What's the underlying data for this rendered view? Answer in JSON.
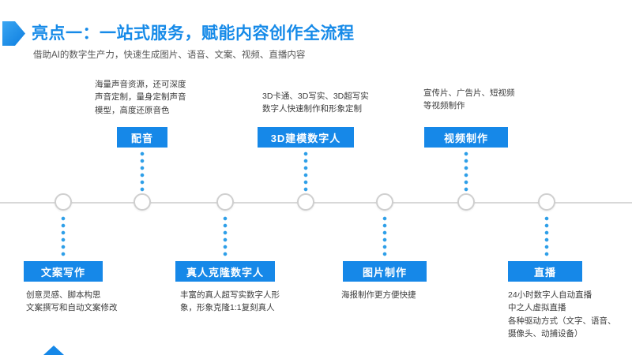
{
  "slide": {
    "title": "亮点一：一站式服务，赋能内容创作全流程",
    "subtitle": "借助AI的数字生产力，快速生成图片、语音、文案、视频、直播内容"
  },
  "colors": {
    "accent_blue": "#1688E8",
    "title_blue": "#168AE8",
    "dot_blue": "#2E9FE8",
    "line_gray": "#D8D8D8"
  },
  "timeline": {
    "items": [
      {
        "label": "文案写作",
        "position": "below",
        "desc": "创意灵感、脚本构思\n文案撰写和自动文案修改"
      },
      {
        "label": "配音",
        "position": "above",
        "desc": "海量声音资源，还可深度\n声音定制，量身定制声音\n模型，高度还原音色"
      },
      {
        "label": "真人克隆数字人",
        "position": "below",
        "desc": "丰富的真人超写实数字人形\n象，形象克隆1:1复刻真人"
      },
      {
        "label": "3D建模数字人",
        "position": "above",
        "desc": "3D卡通、3D写实、3D超写实\n数字人快速制作和形象定制"
      },
      {
        "label": "图片制作",
        "position": "below",
        "desc": "海报制作更方便快捷"
      },
      {
        "label": "视频制作",
        "position": "above",
        "desc": "宣传片、广告片、短视频\n等视频制作"
      },
      {
        "label": "直播",
        "position": "below",
        "desc": "24小时数字人自动直播\n中之人虚拟直播\n各种驱动方式（文字、语音、\n摄像头、动捕设备）"
      }
    ]
  }
}
